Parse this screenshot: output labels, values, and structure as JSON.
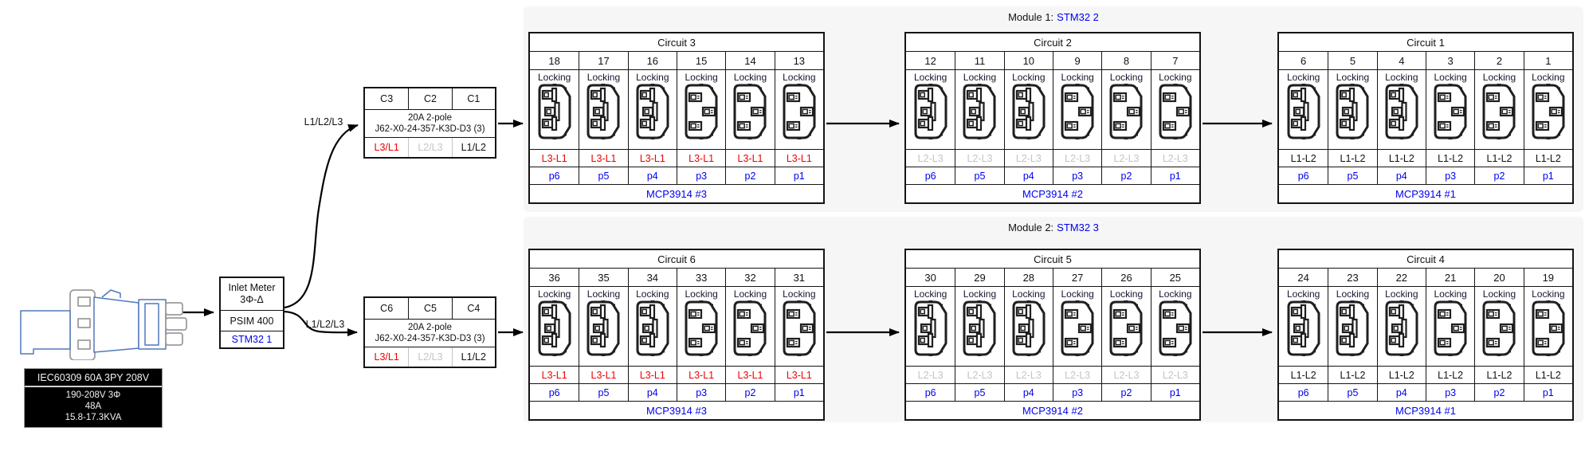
{
  "palette": {
    "blue": "#0000EE",
    "red": "#EE0000",
    "gray_text": "#C4C4C4",
    "panel_bg": "#F6F6F6"
  },
  "plug_spec": {
    "title": "IEC60309 60A 3PY 208V",
    "lines": [
      "190-208V 3Φ",
      "48A",
      "15.8-17.3KVA"
    ]
  },
  "inlet_meter": {
    "title_line1": "Inlet Meter",
    "title_line2": "3Φ-Δ",
    "model": "PSIM 400",
    "controller": "STM32 1"
  },
  "feed_label": "L1/L2/L3",
  "outlet_type_label": "Locking",
  "breakers": [
    {
      "poles": [
        "C3",
        "C2",
        "C1"
      ],
      "rating": "20A 2-pole",
      "part": "J62-X0-24-357-K3D-D3 (3)",
      "phase_pairs": [
        {
          "label": "L3/L1",
          "tone": "red"
        },
        {
          "label": "L2/L3",
          "tone": "gray"
        },
        {
          "label": "L1/L2",
          "tone": "black"
        }
      ]
    },
    {
      "poles": [
        "C6",
        "C5",
        "C4"
      ],
      "rating": "20A 2-pole",
      "part": "J62-X0-24-357-K3D-D3 (3)",
      "phase_pairs": [
        {
          "label": "L3/L1",
          "tone": "red"
        },
        {
          "label": "L2/L3",
          "tone": "gray"
        },
        {
          "label": "L1/L2",
          "tone": "black"
        }
      ]
    }
  ],
  "modules": [
    {
      "title": "Module 1:",
      "controller": "STM32 2",
      "circuits": [
        {
          "name": "Circuit 3",
          "outlets": [
            "18",
            "17",
            "16",
            "15",
            "14",
            "13"
          ],
          "phase": "L3-L1",
          "tone": "red",
          "ports": [
            "p6",
            "p5",
            "p4",
            "p3",
            "p2",
            "p1"
          ],
          "adc": "MCP3914 #3"
        },
        {
          "name": "Circuit 2",
          "outlets": [
            "12",
            "11",
            "10",
            "9",
            "8",
            "7"
          ],
          "phase": "L2-L3",
          "tone": "gray",
          "ports": [
            "p6",
            "p5",
            "p4",
            "p3",
            "p2",
            "p1"
          ],
          "adc": "MCP3914 #2"
        },
        {
          "name": "Circuit 1",
          "outlets": [
            "6",
            "5",
            "4",
            "3",
            "2",
            "1"
          ],
          "phase": "L1-L2",
          "tone": "black",
          "ports": [
            "p6",
            "p5",
            "p4",
            "p3",
            "p2",
            "p1"
          ],
          "adc": "MCP3914 #1"
        }
      ]
    },
    {
      "title": "Module 2:",
      "controller": "STM32 3",
      "circuits": [
        {
          "name": "Circuit 6",
          "outlets": [
            "36",
            "35",
            "34",
            "33",
            "32",
            "31"
          ],
          "phase": "L3-L1",
          "tone": "red",
          "ports": [
            "p6",
            "p5",
            "p4",
            "p3",
            "p2",
            "p1"
          ],
          "adc": "MCP3914 #3"
        },
        {
          "name": "Circuit 5",
          "outlets": [
            "30",
            "29",
            "28",
            "27",
            "26",
            "25"
          ],
          "phase": "L2-L3",
          "tone": "gray",
          "ports": [
            "p6",
            "p5",
            "p4",
            "p3",
            "p2",
            "p1"
          ],
          "adc": "MCP3914 #2"
        },
        {
          "name": "Circuit 4",
          "outlets": [
            "24",
            "23",
            "22",
            "21",
            "20",
            "19"
          ],
          "phase": "L1-L2",
          "tone": "black",
          "ports": [
            "p6",
            "p5",
            "p4",
            "p3",
            "p2",
            "p1"
          ],
          "adc": "MCP3914 #1"
        }
      ]
    }
  ]
}
